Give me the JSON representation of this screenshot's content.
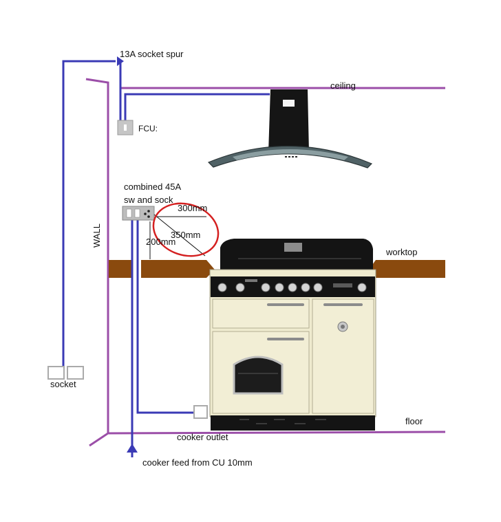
{
  "labels": {
    "socket_spur": "13A socket spur",
    "ceiling": "ceiling",
    "fcu": "FCU:",
    "combined_line1": "combined 45A",
    "combined_line2": "sw and sock",
    "dim_300": "300mm",
    "dim_350": "350mm",
    "dim_200": "200mm",
    "wall": "WALL",
    "worktop": "worktop",
    "socket": "socket",
    "floor": "floor",
    "cooker_outlet": "cooker outlet",
    "cooker_feed": "cooker feed from CU 10mm"
  },
  "colors": {
    "cable": "#3a3ab5",
    "structure": "#9b4ea8",
    "worktop": "#8a4a0e",
    "clearance": "#d42020",
    "cooker_body": "#efebcf",
    "cooker_black": "#141414",
    "chrome": "#c8c8c8"
  },
  "icons": {
    "hood": "cooker-hood-icon",
    "range": "range-cooker-icon"
  }
}
